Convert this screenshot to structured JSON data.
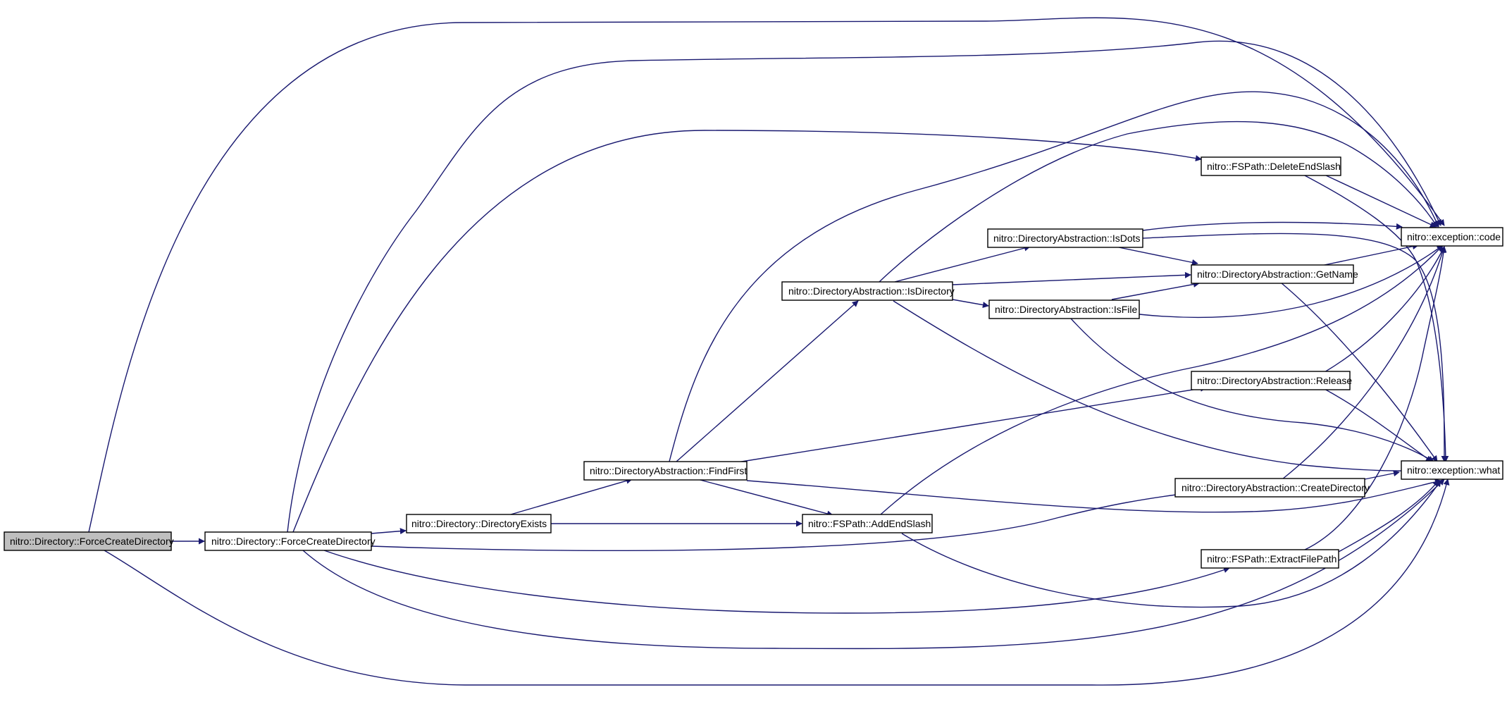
{
  "nodes": {
    "force_create_root": {
      "label": "nitro::Directory::ForceCreateDirectory"
    },
    "force_create": {
      "label": "nitro::Directory::ForceCreateDirectory"
    },
    "directory_exists": {
      "label": "nitro::Directory::DirectoryExists"
    },
    "find_first": {
      "label": "nitro::DirectoryAbstraction::FindFirst"
    },
    "is_directory": {
      "label": "nitro::DirectoryAbstraction::IsDirectory"
    },
    "is_dots": {
      "label": "nitro::DirectoryAbstraction::IsDots"
    },
    "is_file": {
      "label": "nitro::DirectoryAbstraction::IsFile"
    },
    "get_name": {
      "label": "nitro::DirectoryAbstraction::GetName"
    },
    "release": {
      "label": "nitro::DirectoryAbstraction::Release"
    },
    "create_directory": {
      "label": "nitro::DirectoryAbstraction::CreateDirectory"
    },
    "delete_end_slash": {
      "label": "nitro::FSPath::DeleteEndSlash"
    },
    "add_end_slash": {
      "label": "nitro::FSPath::AddEndSlash"
    },
    "extract_file_path": {
      "label": "nitro::FSPath::ExtractFilePath"
    },
    "exception_code": {
      "label": "nitro::exception::code"
    },
    "exception_what": {
      "label": "nitro::exception::what"
    }
  },
  "colors": {
    "edge": "#191970",
    "root_fill": "#bfbfbf",
    "node_fill": "#ffffff"
  }
}
